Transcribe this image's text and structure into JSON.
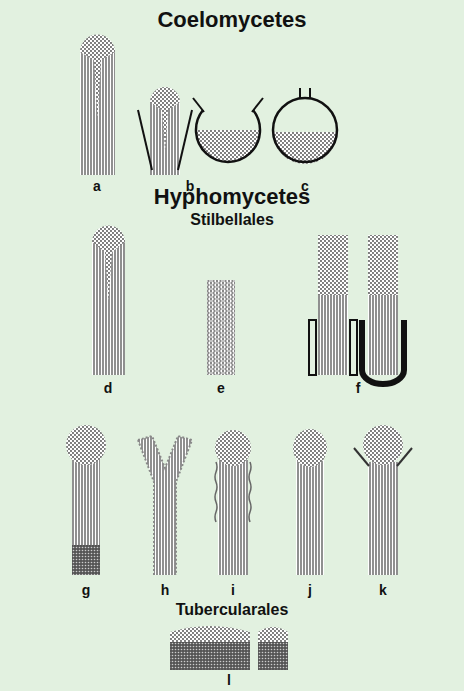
{
  "diagram": {
    "labels": [
      "Coelomycetes",
      "a",
      "b",
      "c",
      "Hyphomycetes",
      "Stilbellales",
      "d",
      "e",
      "f",
      "g",
      "h",
      "i",
      "j",
      "k",
      "Tubercularales",
      "l"
    ]
  }
}
